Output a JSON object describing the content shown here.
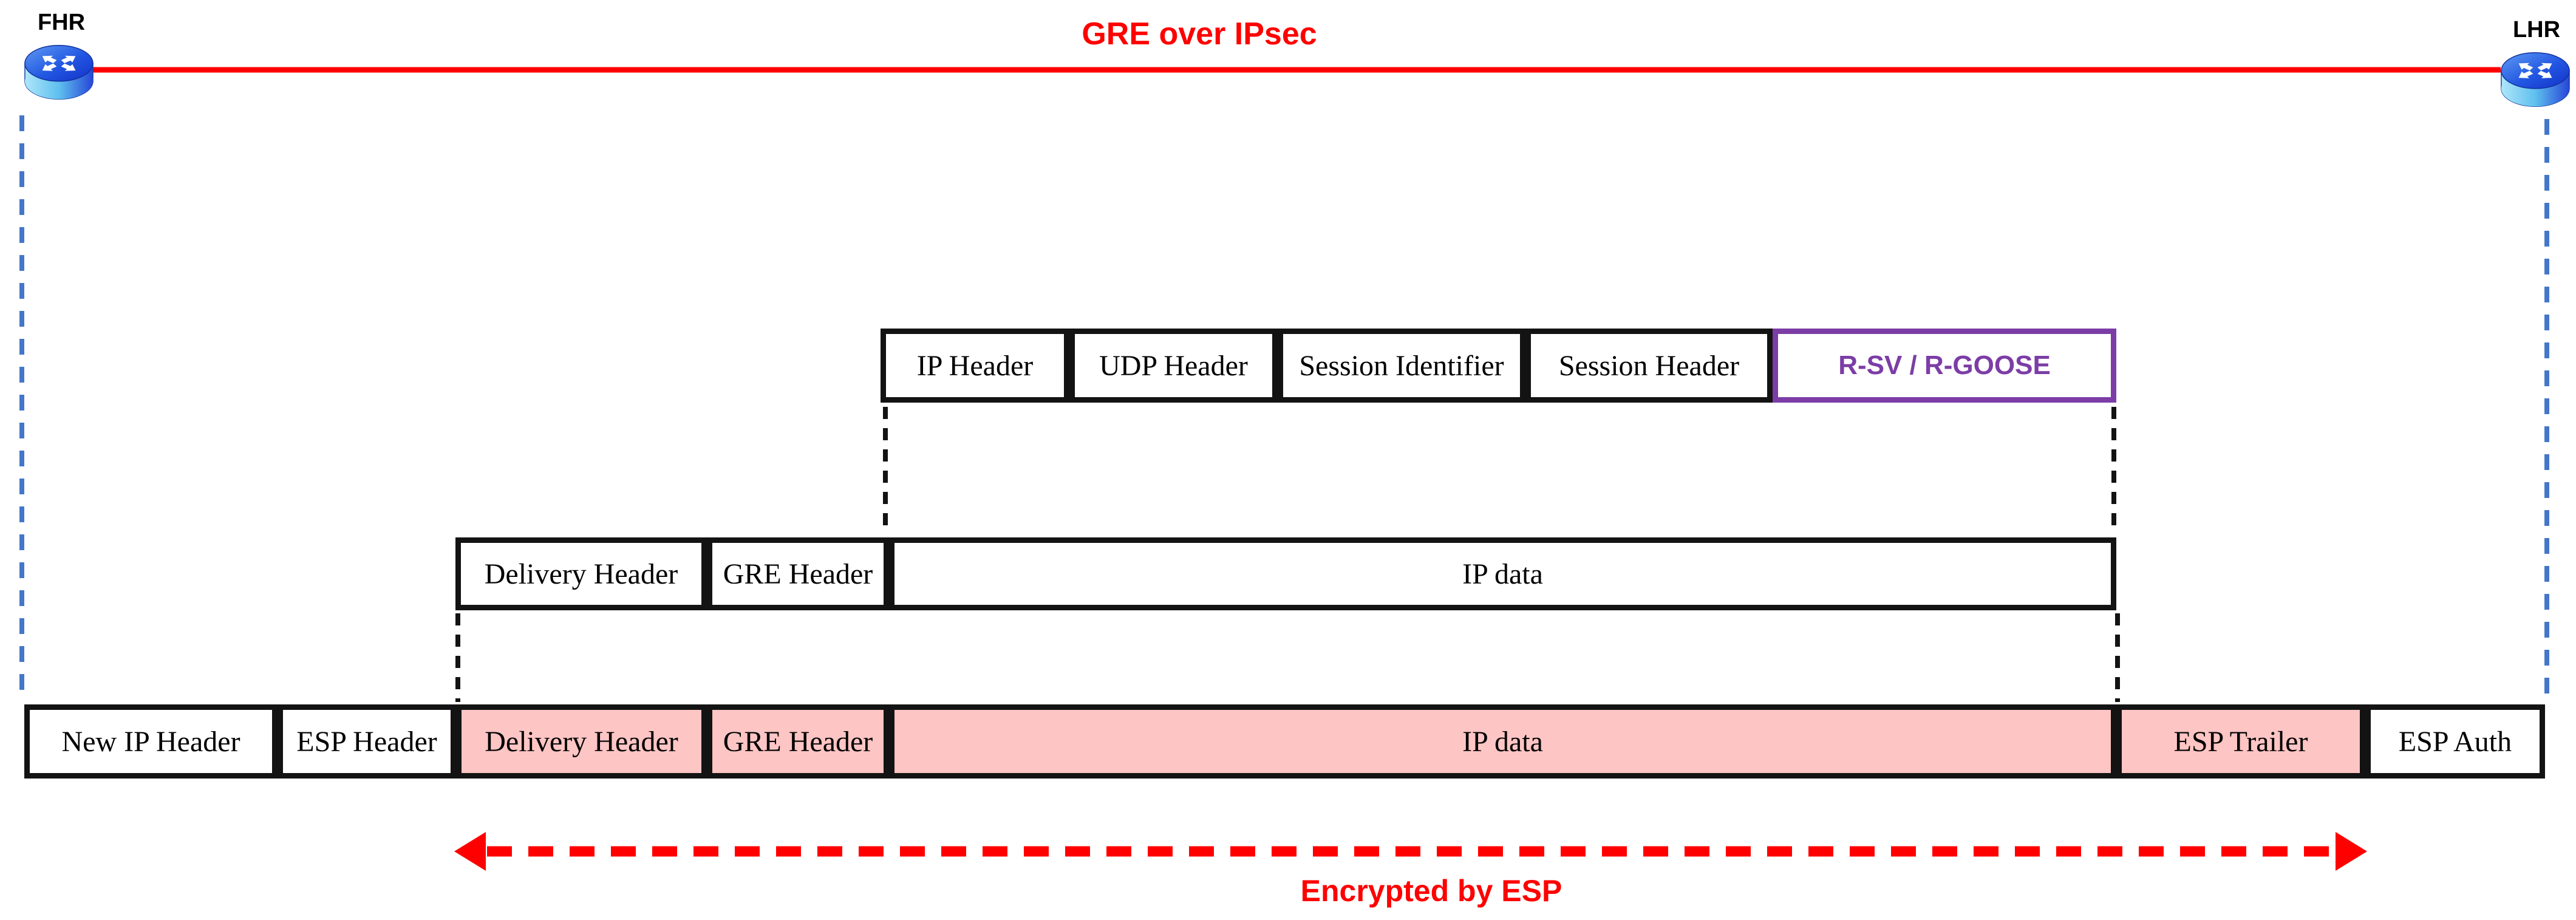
{
  "diagram_title": {
    "label": "GRE over IPsec"
  },
  "routers": {
    "left": {
      "label": "FHR",
      "icon": "router-icon"
    },
    "right": {
      "label": "LHR",
      "icon": "router-icon"
    }
  },
  "packet_rows": {
    "application": {
      "cells": [
        {
          "label": "IP Header"
        },
        {
          "label": "UDP Header"
        },
        {
          "label": "Session Identifier"
        },
        {
          "label": "Session Header"
        },
        {
          "label": "R-SV / R-GOOSE"
        }
      ]
    },
    "gre_encapsulated": {
      "cells": [
        {
          "label": "Delivery Header"
        },
        {
          "label": "GRE Header"
        },
        {
          "label": "IP data"
        }
      ]
    },
    "ipsec_encapsulated": {
      "cells": [
        {
          "label": "New IP Header"
        },
        {
          "label": "ESP Header"
        },
        {
          "label": "Delivery Header"
        },
        {
          "label": "GRE Header"
        },
        {
          "label": "IP data"
        },
        {
          "label": "ESP Trailer"
        },
        {
          "label": "ESP Auth"
        }
      ]
    }
  },
  "esp_annotation": {
    "label": "Encrypted by ESP"
  },
  "colors": {
    "red": "#FF0000",
    "encrypted_fill_pink": "#FDC5C4",
    "rgoose_purple": "#7C3DA6",
    "router_link_dash_blue": "#4477C9",
    "box_border_black": "#131313"
  }
}
